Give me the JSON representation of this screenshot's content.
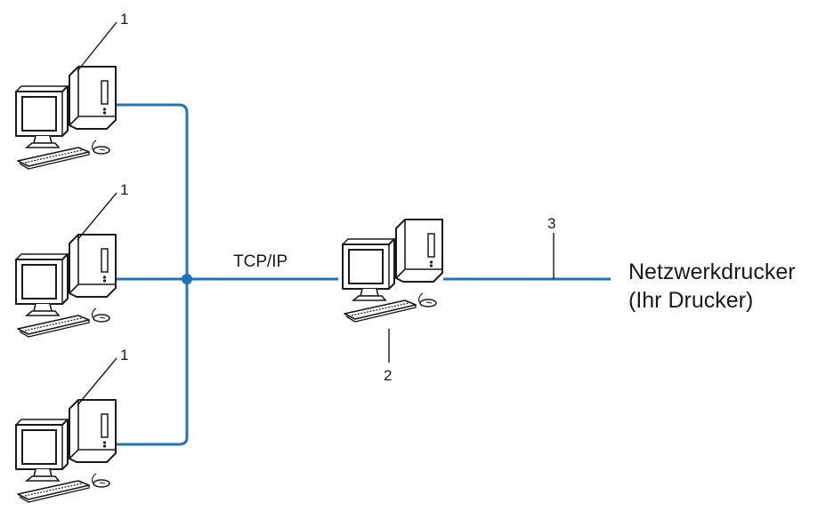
{
  "diagram": {
    "clients": [
      {
        "callout": "1"
      },
      {
        "callout": "1"
      },
      {
        "callout": "1"
      }
    ],
    "protocol_label": "TCP/IP",
    "server": {
      "callout": "2"
    },
    "printer_link": {
      "callout": "3"
    },
    "printer_name": "Netzwerkdrucker",
    "printer_note": "(Ihr Drucker)",
    "colors": {
      "network_line": "#1b75bc",
      "device_outline": "#1a1a1a",
      "screen_fill": "#ffffff"
    }
  }
}
